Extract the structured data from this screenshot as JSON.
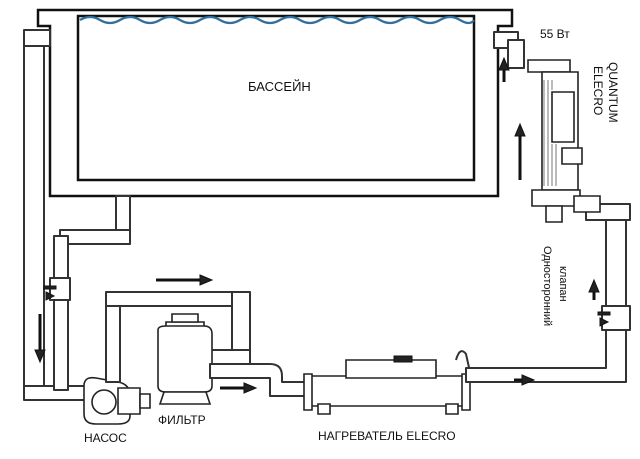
{
  "labels": {
    "pool": "БАССЕЙН",
    "power": "55 Вт",
    "uv_unit_line1": "ELECRO",
    "uv_unit_line2": "QUANTUM",
    "check_valve_line1": "Односторонний",
    "check_valve_line2": "клапан",
    "pump": "НАСОС",
    "filter": "ФИЛЬТР",
    "heater": "НАГРЕВАТЕЛЬ ELECRO"
  },
  "colors": {
    "water": "#2e6f9e",
    "line": "#222222",
    "background": "#ffffff"
  },
  "icons": {
    "flow_arrow": "arrow-icon",
    "valve": "valve-icon"
  }
}
